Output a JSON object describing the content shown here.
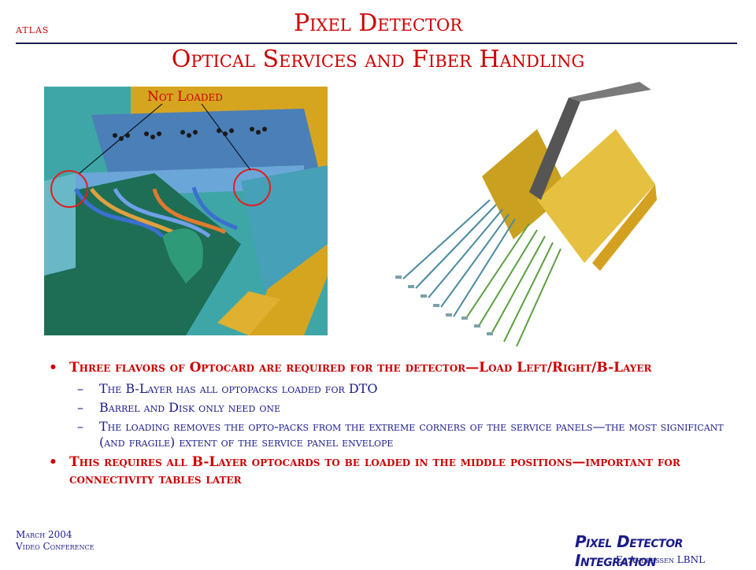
{
  "header": {
    "org_label": "atlas",
    "title_line1": "Pixel Detector",
    "title_line2": "Optical Services and Fiber Handling"
  },
  "figures": {
    "left_callout": "Not Loaded"
  },
  "bullets": [
    {
      "text": "Three flavors of Optocard are required for the detector—Load Left/Right/B-Layer",
      "subitems": [
        "The B-Layer has all optopacks loaded for DTO",
        "Barrel and Disk only need one",
        "The loading removes the opto-packs from the extreme corners of the service panels—the most significant (and fragile) extent of the service panel envelope"
      ]
    },
    {
      "text": "This requires all B-Layer optocards to be loaded in the middle positions—important for connectivity tables later",
      "subitems": []
    }
  ],
  "footer": {
    "date": "March 2004",
    "event": "Video Conference",
    "brand": "Pixel Detector Integration",
    "author": "E. Anderssen LBNL"
  },
  "colors": {
    "title": "#cc0000",
    "body_text": "#1b1b8a",
    "rule": "#1b1b5a"
  }
}
